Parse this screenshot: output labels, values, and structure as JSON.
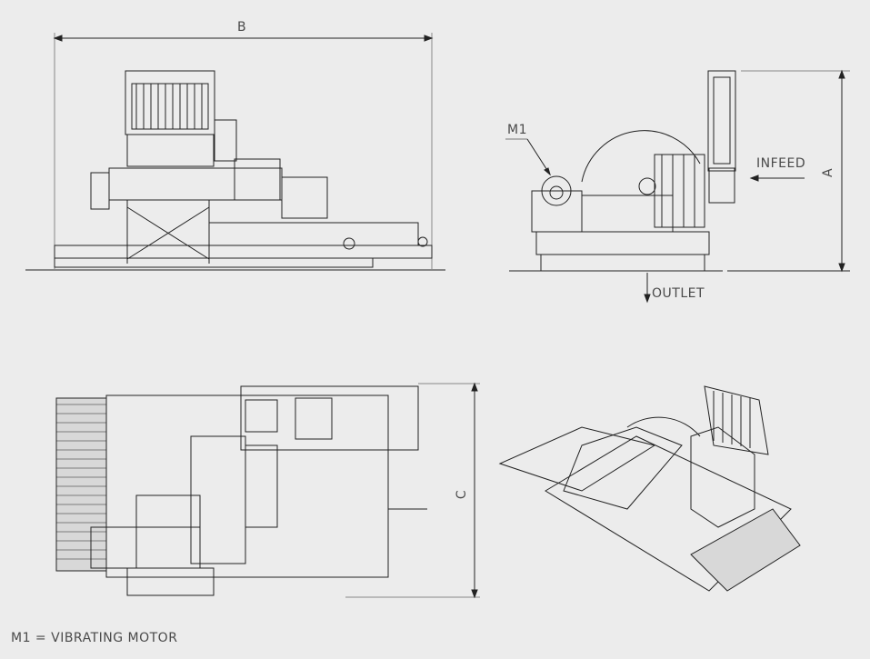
{
  "labels": {
    "dim_b": "B",
    "dim_a": "A",
    "dim_c": "C",
    "m1": "M1",
    "infeed": "INFEED",
    "outlet": "OUTLET",
    "legend": "M1 = VIBRATING MOTOR"
  },
  "colors": {
    "background": "#ececec",
    "line": "#222222",
    "text": "#4a4a4a"
  }
}
